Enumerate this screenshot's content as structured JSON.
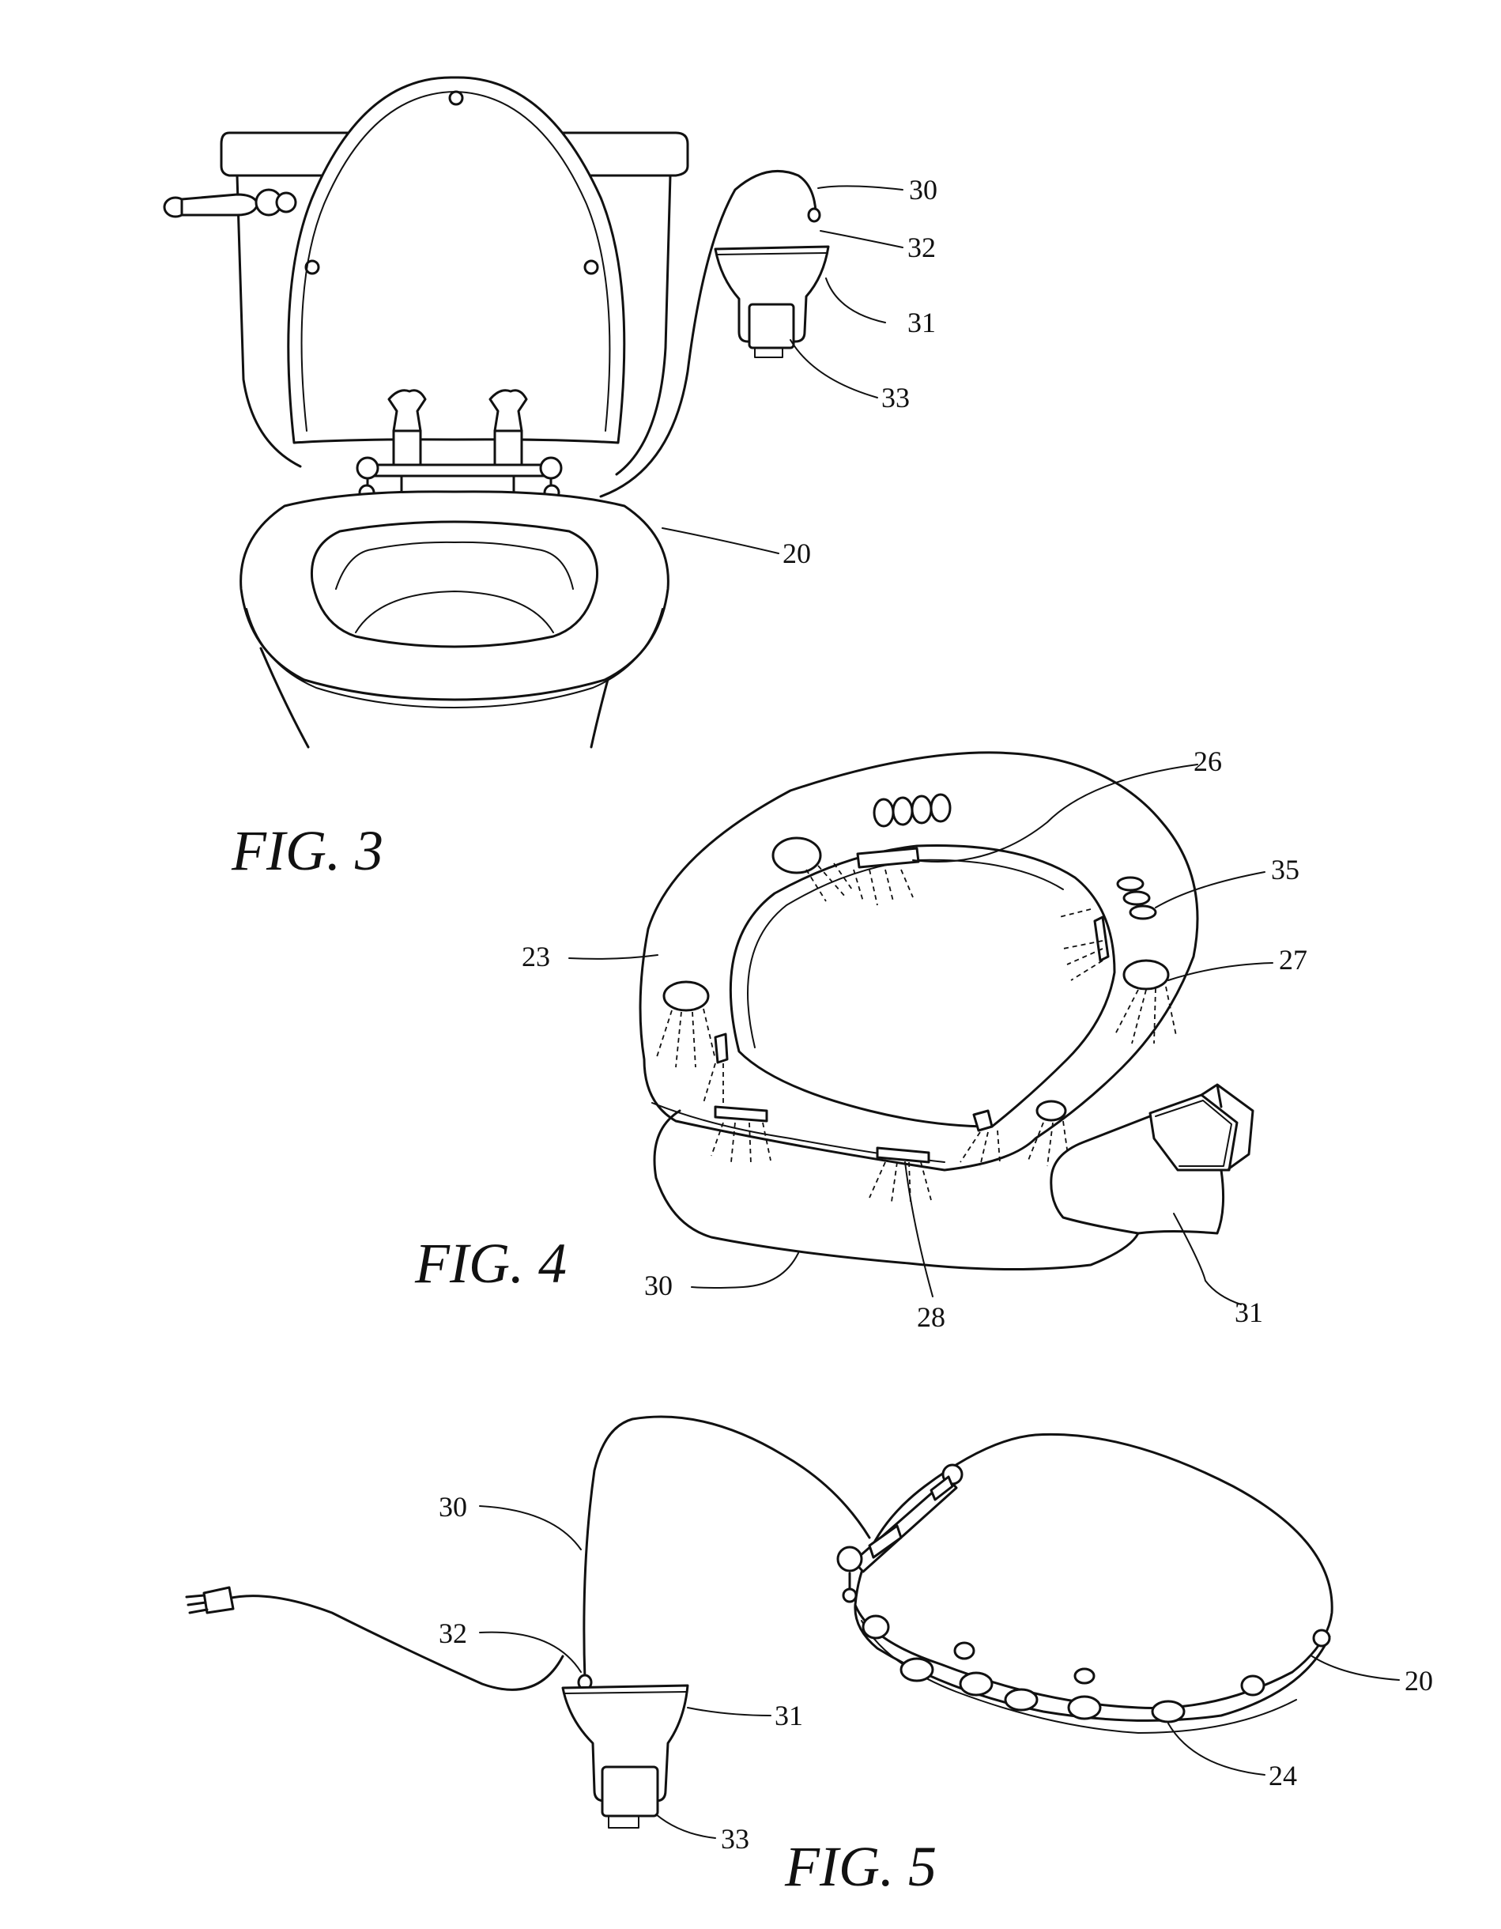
{
  "figures": {
    "fig3": {
      "title": "FIG. 3",
      "labels": {
        "l30": "30",
        "l32": "32",
        "l31": "31",
        "l33": "33",
        "l20": "20"
      }
    },
    "fig4": {
      "title": "FIG. 4",
      "labels": {
        "l26": "26",
        "l35": "35",
        "l23": "23",
        "l27": "27",
        "l30": "30",
        "l28": "28",
        "l31": "31"
      }
    },
    "fig5": {
      "title": "FIG. 5",
      "labels": {
        "l30": "30",
        "l32": "32",
        "l31": "31",
        "l33": "33",
        "l20": "20",
        "l24": "24"
      }
    }
  }
}
